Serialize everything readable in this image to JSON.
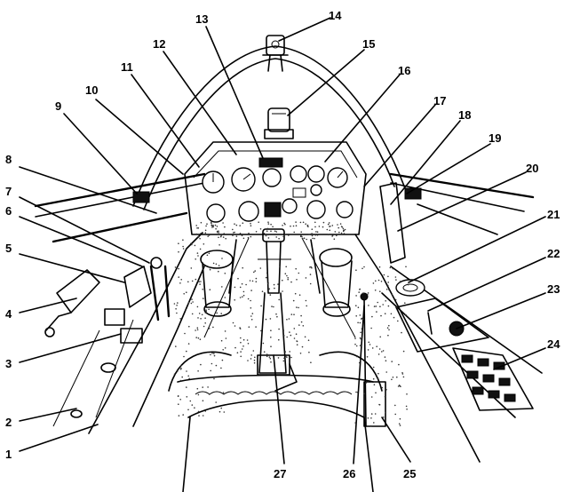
{
  "figure": {
    "callouts": [
      "1",
      "2",
      "3",
      "4",
      "5",
      "6",
      "7",
      "8",
      "9",
      "10",
      "11",
      "12",
      "13",
      "14",
      "15",
      "16",
      "17",
      "18",
      "19",
      "20",
      "21",
      "22",
      "23",
      "24",
      "25",
      "26",
      "27"
    ]
  }
}
